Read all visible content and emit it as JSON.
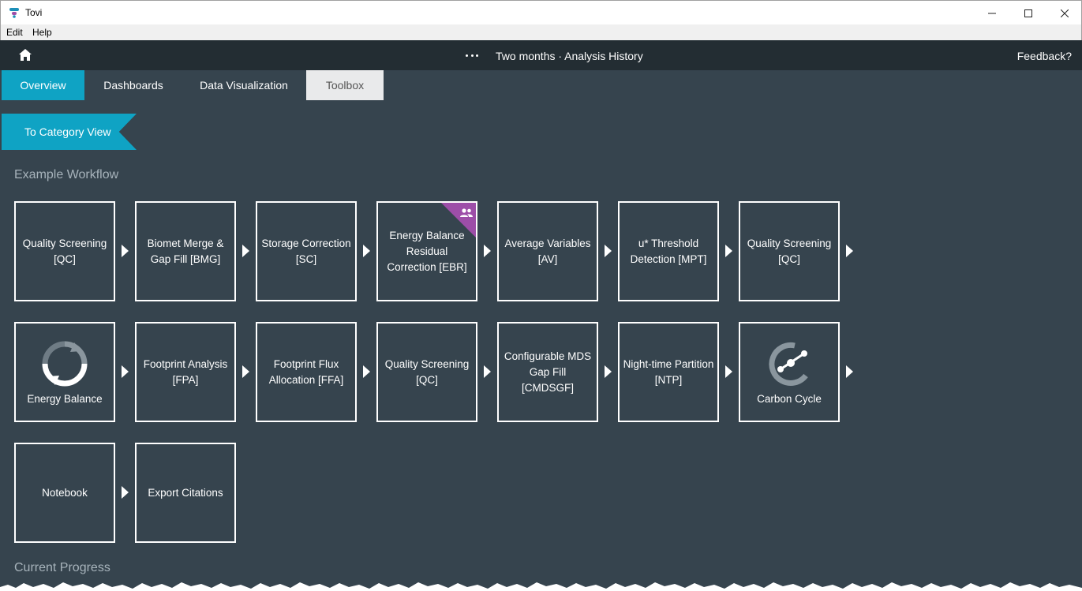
{
  "window": {
    "title": "Tovi",
    "controls": [
      "minimize",
      "maximize",
      "close"
    ]
  },
  "menu": {
    "items": [
      "Edit",
      "Help"
    ]
  },
  "header": {
    "title": "Two months · Analysis History",
    "feedback_label": "Feedback?"
  },
  "tabs": [
    {
      "label": "Overview",
      "active": true
    },
    {
      "label": "Dashboards",
      "active": false
    },
    {
      "label": "Data Visualization",
      "active": false
    },
    {
      "label": "Toolbox",
      "active": false
    }
  ],
  "category_view_label": "To Category View",
  "workflow": {
    "title": "Example Workflow",
    "tiles": [
      {
        "label": "Quality Screening [QC]"
      },
      {
        "label": "Biomet Merge & Gap Fill [BMG]"
      },
      {
        "label": "Storage Correction [SC]"
      },
      {
        "label": "Energy Balance Residual Correction [EBR]",
        "badge": "group-icon"
      },
      {
        "label": "Average Variables [AV]"
      },
      {
        "label": "u* Threshold Detection [MPT]"
      },
      {
        "label": "Quality Screening [QC]"
      },
      {
        "label": "Energy Balance",
        "icon": "energy-balance-icon"
      },
      {
        "label": "Footprint Analysis [FPA]"
      },
      {
        "label": "Footprint Flux Allocation [FFA]"
      },
      {
        "label": "Quality Screening [QC]"
      },
      {
        "label": "Configurable MDS Gap Fill [CMDSGF]"
      },
      {
        "label": "Night-time Partition [NTP]"
      },
      {
        "label": "Carbon Cycle",
        "icon": "carbon-cycle-icon"
      },
      {
        "label": "Notebook"
      },
      {
        "label": "Export Citations"
      }
    ]
  },
  "progress": {
    "title": "Current Progress"
  },
  "colors": {
    "accent": "#0fa3c4",
    "background": "#36444e",
    "header": "#232d33",
    "badge": "#9d4ea8"
  }
}
